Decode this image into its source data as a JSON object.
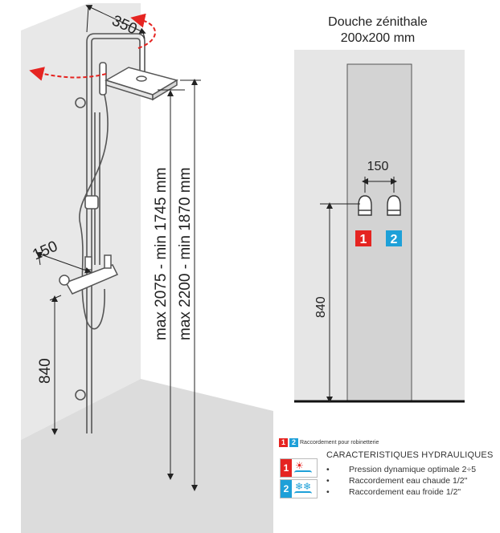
{
  "left_drawing": {
    "dim_arm": "350",
    "dim_offset": "150",
    "dim_height_left": "840",
    "dim_height_a": "max 2075 - min 1745 mm",
    "dim_height_b": "max 2200 - min 1870 mm"
  },
  "right_drawing": {
    "title": "Douche zénithale",
    "subtitle": "200x200 mm",
    "dim_spacing": "150",
    "dim_height": "840",
    "badge_hot": "1",
    "badge_cold": "2"
  },
  "legend": {
    "small_badge_1": "1",
    "small_badge_2": "2",
    "small_caption": "Raccordement pour robinetterie",
    "title": "CARACTERISTIQUES HYDRAULIQUES",
    "hot_num": "1",
    "cold_num": "2",
    "items": [
      "Pression dynamique optimale 2÷5",
      "Raccordement eau chaude 1/2\"",
      "Raccordement eau froide 1/2\""
    ]
  },
  "colors": {
    "hot": "#e52421",
    "cold": "#1ea0d8",
    "arrow": "#e52421",
    "wall": "#e6e6e6",
    "floor": "#d9d9d9",
    "column": "#d3d3d3"
  },
  "icons": [
    "sun-icon",
    "snowflake-icon",
    "water-wave-icon",
    "curved-arrow-icon"
  ]
}
